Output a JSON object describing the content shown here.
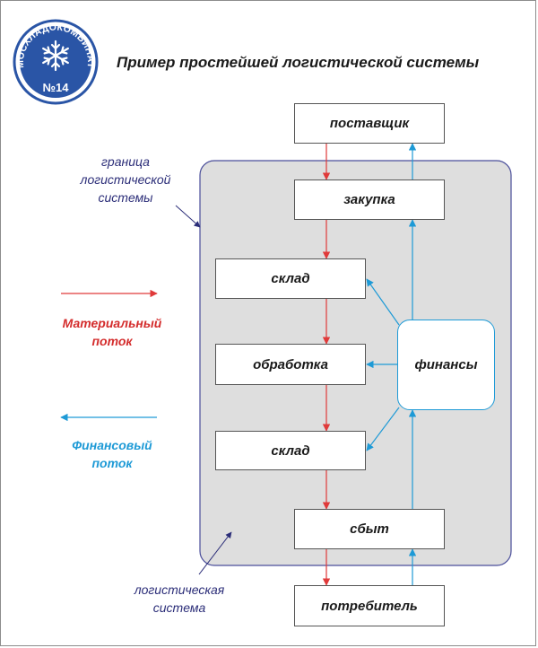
{
  "title": "Пример простейшей логистической системы",
  "logo": {
    "text": "МОСХЛАДОКОМБИНАТ",
    "number": "№14",
    "icon": "snowflake-icon"
  },
  "nodes": {
    "supplier": "поставщик",
    "purchase": "закупка",
    "warehouse1": "склад",
    "processing": "обработка",
    "warehouse2": "склад",
    "sales": "сбыт",
    "consumer": "потребитель",
    "finance": "финансы"
  },
  "labels": {
    "boundary_line1": "граница",
    "boundary_line2": "логистической",
    "boundary_line3": "системы",
    "system_line1": "логистическая",
    "system_line2": "система"
  },
  "legend": {
    "material_line1": "Материальный",
    "material_line2": "поток",
    "financial_line1": "Финансовый",
    "financial_line2": "поток"
  },
  "colors": {
    "material_flow": "#e03a3a",
    "financial_flow": "#1e9ad6",
    "annotation": "#2b2d78",
    "material_text": "#d42d2d",
    "financial_text": "#1e9ad6",
    "system_fill": "#dedede",
    "system_border": "#4a4e9a",
    "logo_blue": "#2a55a6"
  }
}
